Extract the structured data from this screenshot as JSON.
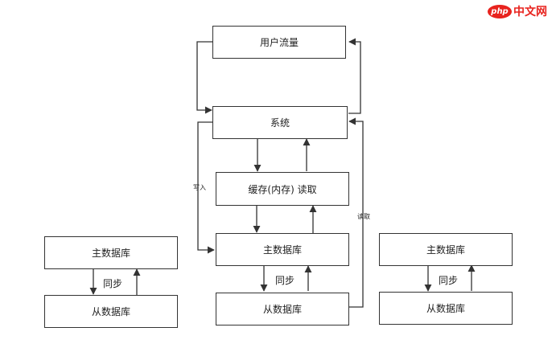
{
  "watermark": {
    "logo": "php",
    "text": "中文网"
  },
  "boxes": {
    "user_traffic": "用户流量",
    "system": "系统",
    "cache": "缓存(内存) 读取",
    "center_master": "主数据库",
    "center_slave": "从数据库",
    "left_master": "主数据库",
    "left_slave": "从数据库",
    "right_master": "主数据库",
    "right_slave": "从数据库"
  },
  "labels": {
    "write": "写入",
    "read": "读取",
    "sync_left": "同步",
    "sync_center": "同步",
    "sync_right": "同步"
  }
}
